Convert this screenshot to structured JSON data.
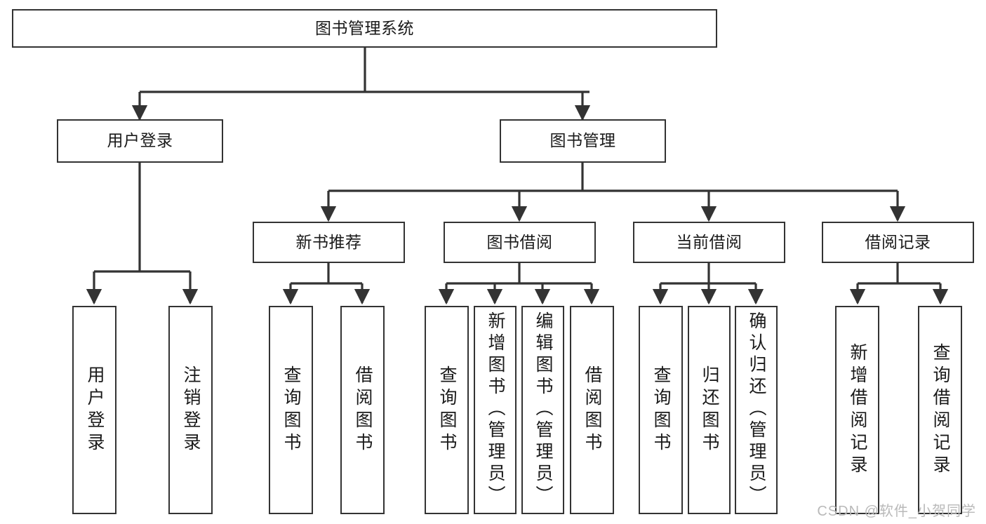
{
  "diagram": {
    "type": "tree",
    "title": "图书管理系统",
    "orientation": "top-down",
    "style": {
      "stroke": "#333333",
      "fill": "#ffffff",
      "text": "#1a1a1a",
      "watermark_color": "#b9b9b9"
    },
    "nodes": {
      "root": {
        "label": "图书管理系统"
      },
      "level2": [
        {
          "id": "user-login",
          "label": "用户登录"
        },
        {
          "id": "book-manage",
          "label": "图书管理"
        }
      ],
      "level3": [
        {
          "id": "new-book-recommend",
          "label": "新书推荐"
        },
        {
          "id": "book-borrow",
          "label": "图书借阅"
        },
        {
          "id": "current-borrow",
          "label": "当前借阅"
        },
        {
          "id": "borrow-record",
          "label": "借阅记录"
        }
      ],
      "leaves": {
        "user-login": [
          {
            "id": "leaf-user-login",
            "label": "用户登录"
          },
          {
            "id": "leaf-logout",
            "label": "注销登录"
          }
        ],
        "new-book-recommend": [
          {
            "id": "leaf-query-book-1",
            "label": "查询图书"
          },
          {
            "id": "leaf-borrow-book-1",
            "label": "借阅图书"
          }
        ],
        "book-borrow": [
          {
            "id": "leaf-query-book-2",
            "label": "查询图书"
          },
          {
            "id": "leaf-add-book",
            "label": "新增图书（管理员）"
          },
          {
            "id": "leaf-edit-book",
            "label": "编辑图书（管理员）"
          },
          {
            "id": "leaf-borrow-book-2",
            "label": "借阅图书"
          }
        ],
        "current-borrow": [
          {
            "id": "leaf-query-book-3",
            "label": "查询图书"
          },
          {
            "id": "leaf-return-book",
            "label": "归还图书"
          },
          {
            "id": "leaf-confirm-return",
            "label": "确认归还（管理员）"
          }
        ],
        "borrow-record": [
          {
            "id": "leaf-add-record",
            "label": "新增借阅记录"
          },
          {
            "id": "leaf-query-record",
            "label": "查询借阅记录"
          }
        ]
      }
    },
    "watermark": "CSDN @软件_小贺同学"
  }
}
